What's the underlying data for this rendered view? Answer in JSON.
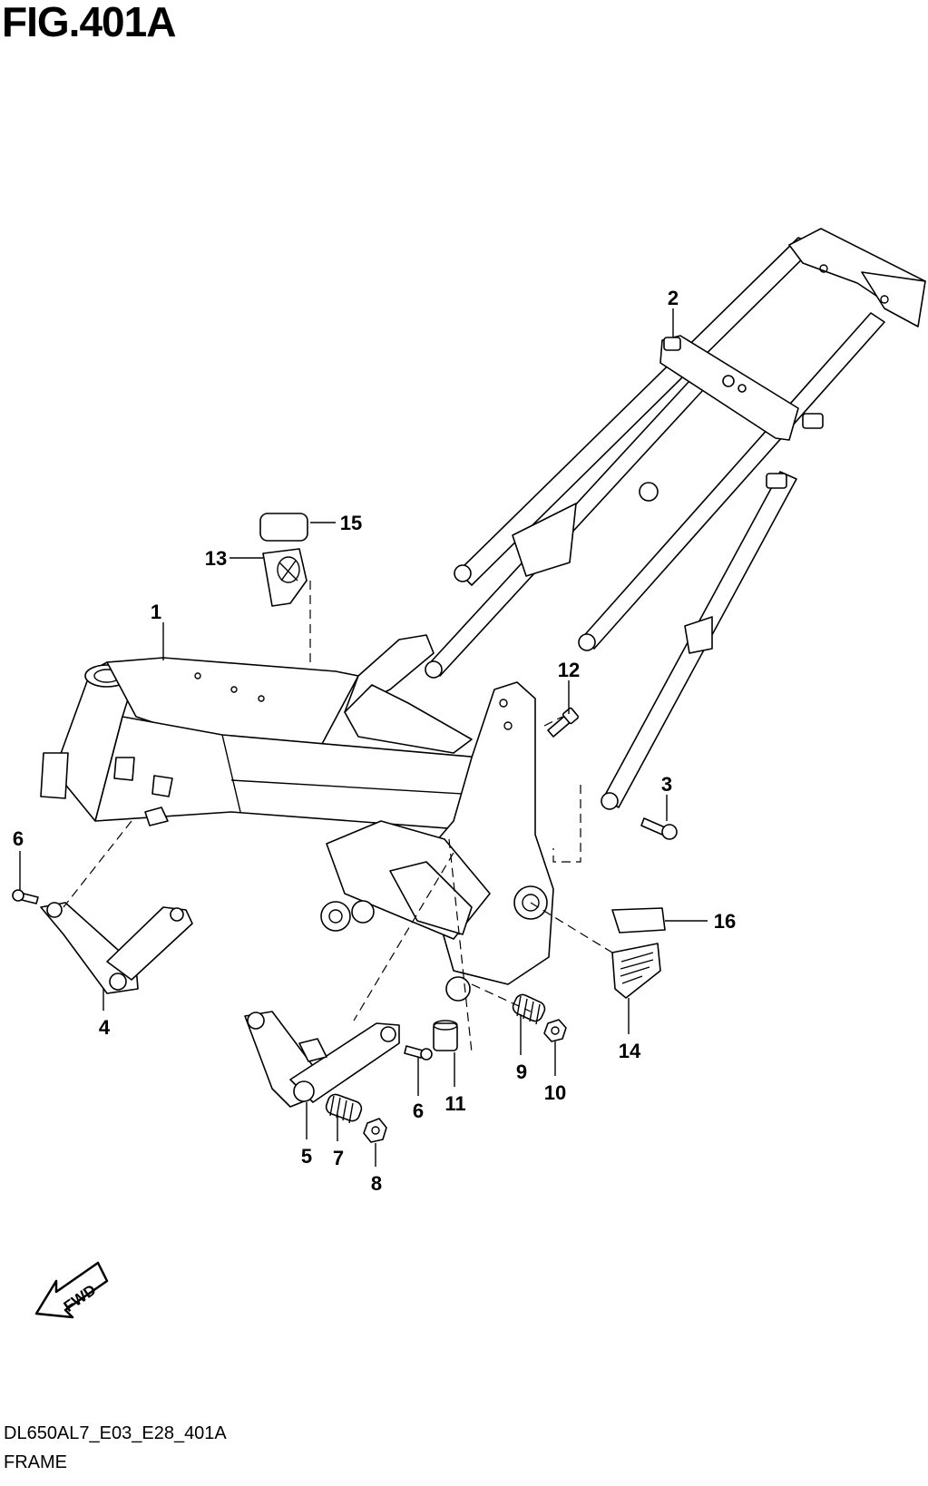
{
  "figure": {
    "title": "FIG.401A",
    "code": "DL650AL7_E03_E28_401A",
    "name": "FRAME"
  },
  "fwd_label": "FWD",
  "callouts": [
    {
      "id": "c1",
      "label": "1"
    },
    {
      "id": "c2",
      "label": "2"
    },
    {
      "id": "c3",
      "label": "3"
    },
    {
      "id": "c4",
      "label": "4"
    },
    {
      "id": "c5",
      "label": "5"
    },
    {
      "id": "c6a",
      "label": "6"
    },
    {
      "id": "c6b",
      "label": "6"
    },
    {
      "id": "c7",
      "label": "7"
    },
    {
      "id": "c8",
      "label": "8"
    },
    {
      "id": "c9",
      "label": "9"
    },
    {
      "id": "c10",
      "label": "10"
    },
    {
      "id": "c11",
      "label": "11"
    },
    {
      "id": "c12",
      "label": "12"
    },
    {
      "id": "c13",
      "label": "13"
    },
    {
      "id": "c14",
      "label": "14"
    },
    {
      "id": "c15",
      "label": "15"
    },
    {
      "id": "c16",
      "label": "16"
    }
  ]
}
